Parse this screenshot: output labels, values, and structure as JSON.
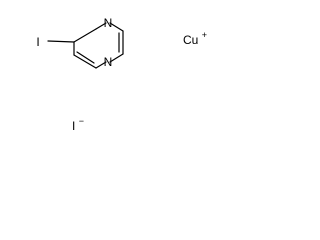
{
  "structure": {
    "ring": {
      "name": "pyrazine",
      "atoms": [
        "N",
        "N"
      ]
    },
    "substituent": "I"
  },
  "ions": {
    "cation": {
      "symbol": "Cu",
      "charge": "+"
    },
    "anion": {
      "symbol": "I",
      "charge": "−"
    }
  },
  "colors": {
    "bond": "#000000",
    "text": "#000000",
    "background": "#ffffff"
  }
}
